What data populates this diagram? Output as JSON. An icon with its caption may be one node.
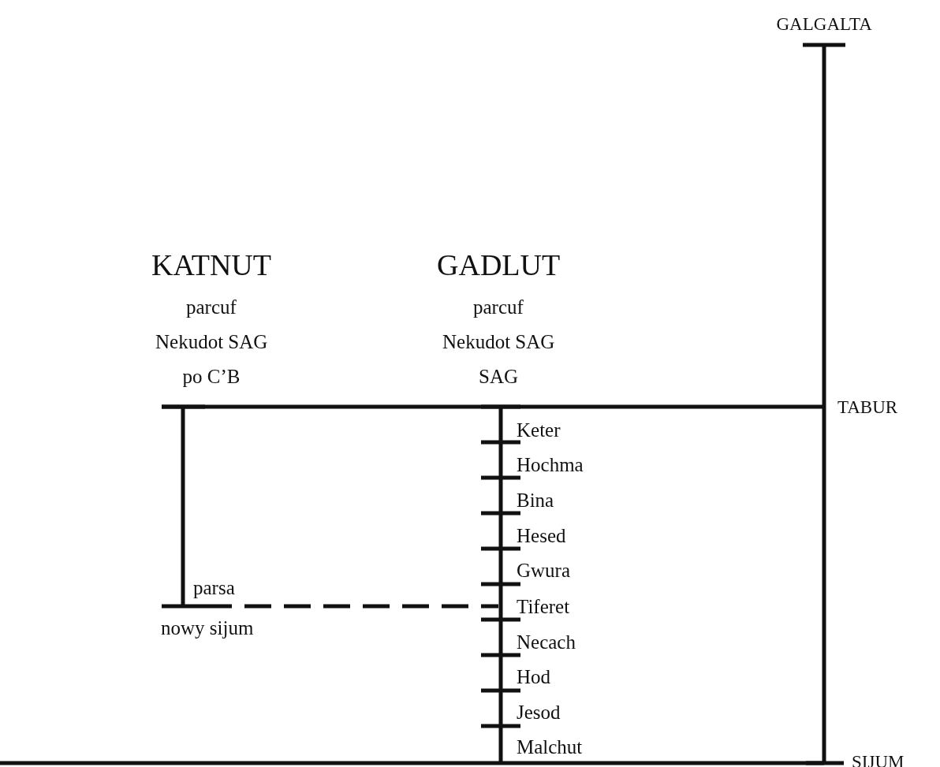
{
  "diagram": {
    "labels": [
      "GALGALTA",
      "KATNUT",
      "parcuf",
      "Nekudot SAG",
      "po C’B",
      "GADLUT",
      "parcuf",
      "Nekudot SAG",
      "SAG",
      "TABUR",
      "Keter",
      "Hochma",
      "Bina",
      "Hesed",
      "Gwura",
      "parsa",
      "Tiferet",
      "nowy sijum",
      "Necach",
      "Hod",
      "Jesod",
      "Malchut",
      "SIJUM"
    ]
  }
}
